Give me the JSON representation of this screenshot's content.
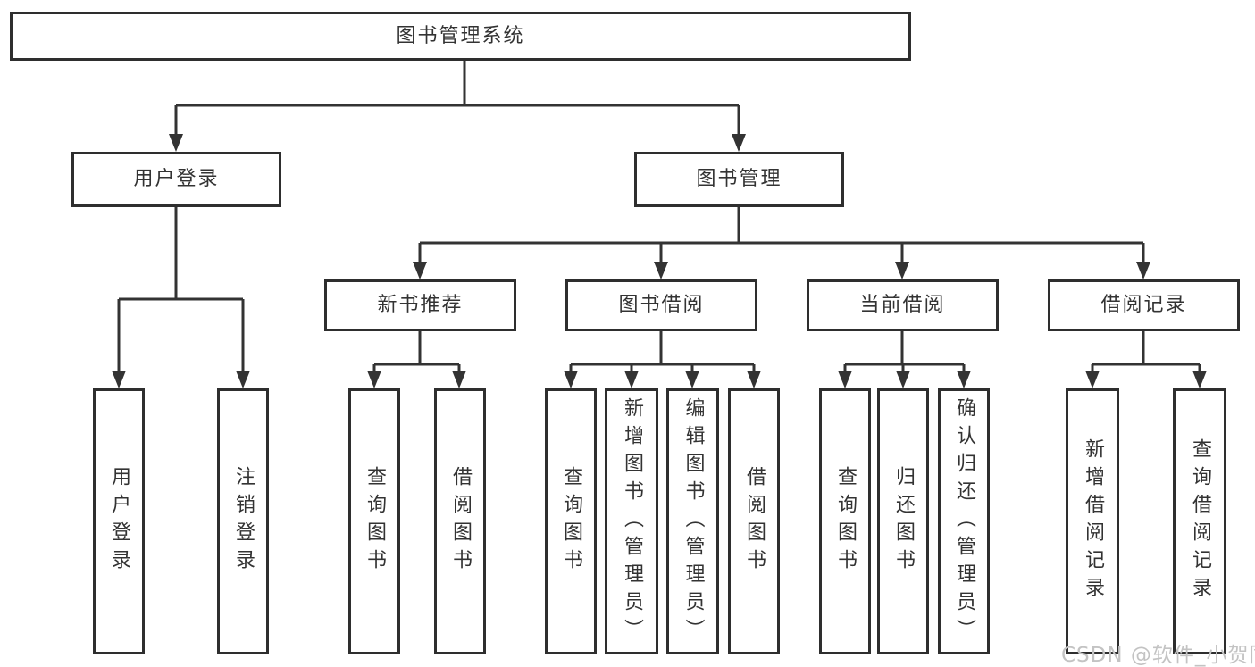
{
  "diagram": {
    "title": "图书管理系统",
    "root": {
      "label": "图书管理系统",
      "children": [
        {
          "label": "用户登录",
          "children": [
            {
              "label": "用户登录"
            },
            {
              "label": "注销登录"
            }
          ]
        },
        {
          "label": "图书管理",
          "children": [
            {
              "label": "新书推荐",
              "children": [
                {
                  "label": "查询图书"
                },
                {
                  "label": "借阅图书"
                }
              ]
            },
            {
              "label": "图书借阅",
              "children": [
                {
                  "label": "查询图书"
                },
                {
                  "label": "新增图书（管理员）"
                },
                {
                  "label": "编辑图书（管理员）"
                },
                {
                  "label": "借阅图书"
                }
              ]
            },
            {
              "label": "当前借阅",
              "children": [
                {
                  "label": "查询图书"
                },
                {
                  "label": "归还图书"
                },
                {
                  "label": "确认归还（管理员）"
                }
              ]
            },
            {
              "label": "借阅记录",
              "children": [
                {
                  "label": "新增借阅记录"
                },
                {
                  "label": "查询借阅记录"
                }
              ]
            }
          ]
        }
      ]
    },
    "watermark": "CSDN @软件_小贺同学",
    "colors": {
      "line": "#333333",
      "box_border": "#2e2e2e",
      "box_fill": "#ffffff",
      "text": "#333333",
      "watermark": "#c3c3c3",
      "background": "#ffffff"
    }
  }
}
